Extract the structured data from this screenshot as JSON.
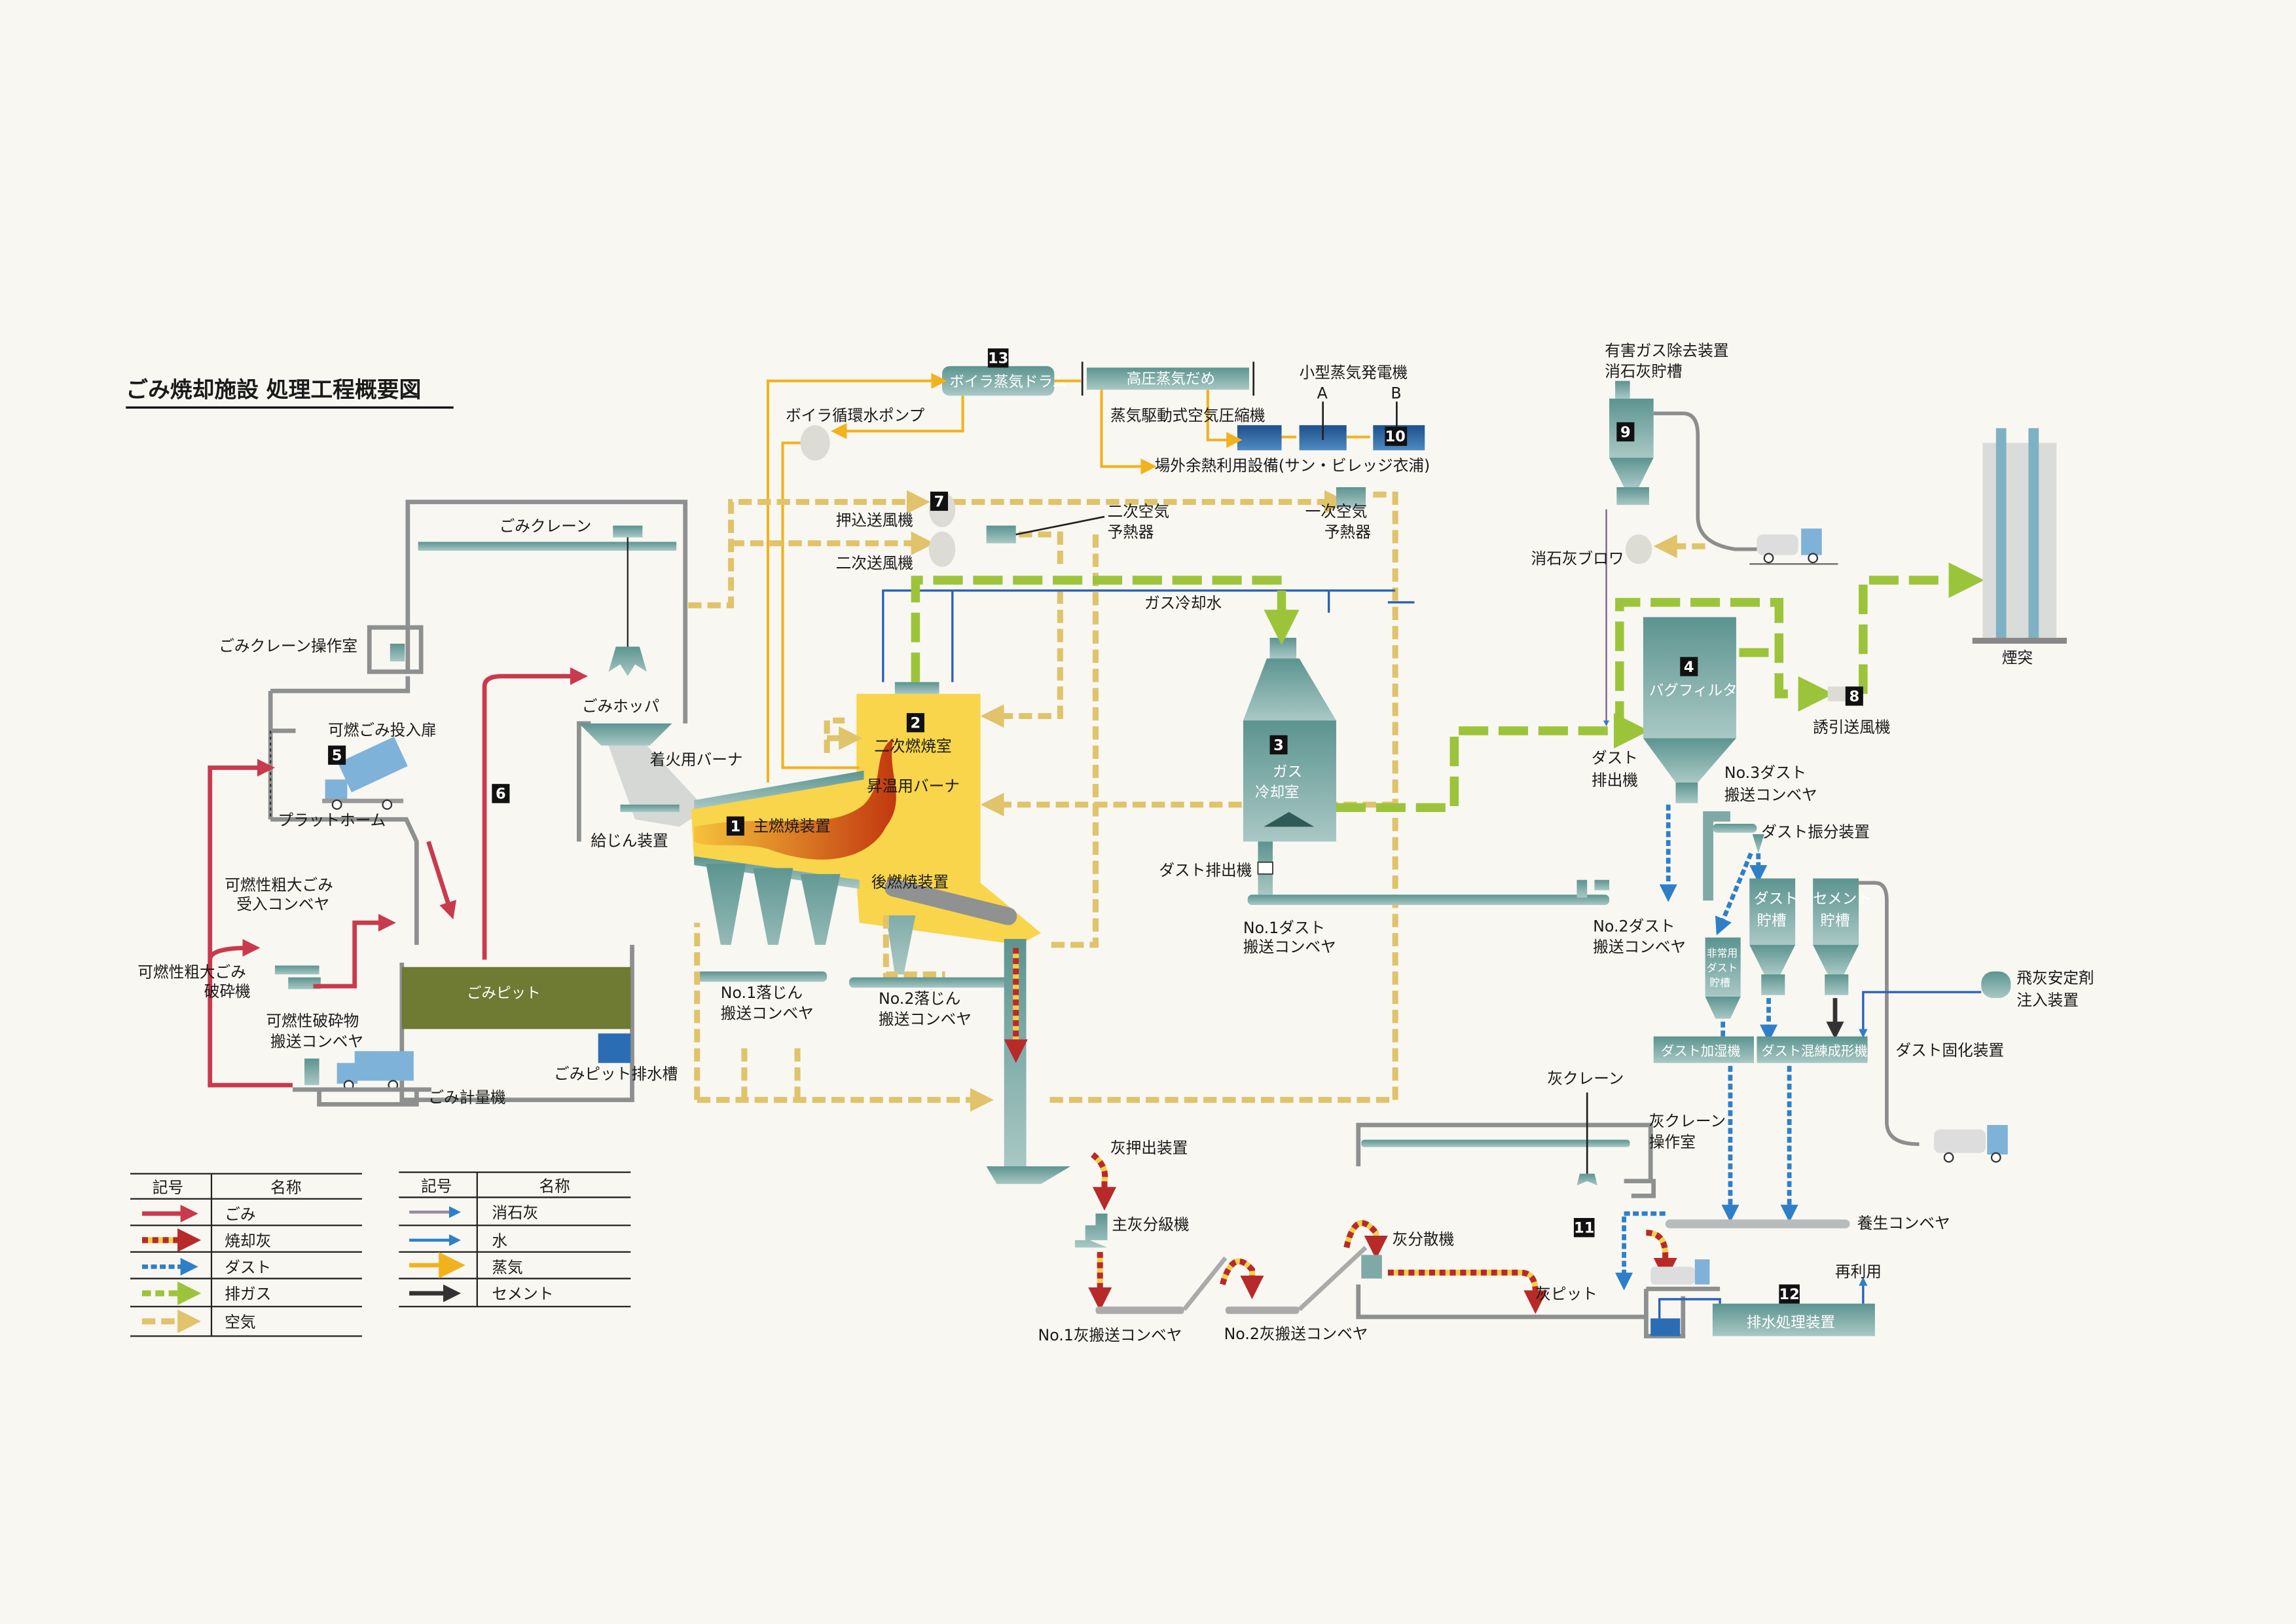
{
  "title": "ごみ焼却施設 処理工程概要図",
  "colors": {
    "gomi": "#c93a4c",
    "incineration_ash": "#b82a2a",
    "dust": "#2f7fc8",
    "exhaust_gas": "#9cc43a",
    "air": "#e0c36a",
    "slaked_lime": "#9a8aa0",
    "water": "#2a7fd0",
    "steam": "#f1b21d",
    "cement": "#333333",
    "equipment": "#5f9a96",
    "furnace": "#f8d54a",
    "garbage_pit": "#6f7a32"
  },
  "numbers": [
    "1",
    "2",
    "3",
    "4",
    "5",
    "6",
    "7",
    "8",
    "9",
    "10",
    "11",
    "12",
    "13"
  ],
  "labels": {
    "gomi_crane": "ごみクレーン",
    "gomi_crane_room": "ごみクレーン操作室",
    "door": "可燃ごみ投入扉",
    "platform": "プラットホーム",
    "bulky_receiving": [
      "可燃性粗大ごみ",
      "受入コンベヤ"
    ],
    "bulky_crusher": [
      "可燃性粗大ごみ",
      "破砕機"
    ],
    "crushed_conveyor": [
      "可燃性破砕物",
      "搬送コンベヤ"
    ],
    "scale": "ごみ計量機",
    "gomi_pit": "ごみピット",
    "pit_drain": "ごみピット排水槽",
    "hopper": "ごみホッパ",
    "feeder": "給じん装置",
    "ignition_burner": "着火用バーナ",
    "main_combustion": "主燃焼装置",
    "secondary_chamber": "二次燃焼室",
    "heating_burner": "昇温用バーナ",
    "post_combustion": "後燃焼装置",
    "siftings_conveyor_1": [
      "No.1落じん",
      "搬送コンベヤ"
    ],
    "siftings_conveyor_2": [
      "No.2落じん",
      "搬送コンベヤ"
    ],
    "boiler_pump": "ボイラ循環水ポンプ",
    "steam_drum": "ボイラ蒸気ドラム",
    "steam_header": "高圧蒸気だめ",
    "generator": "小型蒸気発電機",
    "gen_a": "A",
    "gen_b": "B",
    "compressor": "蒸気駆動式空気圧縮機",
    "offsite_heat": "場外余熱利用設備(サン・ビレッジ衣浦)",
    "fdf": "押込送風機",
    "secondary_fan": "二次送風機",
    "secondary_preheater": [
      "二次空気",
      "予熱器"
    ],
    "primary_preheater": [
      "一次空気",
      "予熱器"
    ],
    "cooling_water": "ガス冷却水",
    "gas_cooler": [
      "ガス",
      "冷却室"
    ],
    "dust_discharger_1": "ダスト排出機",
    "dust_conveyor_1": [
      "No.1ダスト",
      "搬送コンベヤ"
    ],
    "lime_silo": [
      "有害ガス除去装置",
      "消石灰貯槽"
    ],
    "lime_blower": "消石灰ブロワ",
    "bag_filter": "バグフィルタ",
    "idf": "誘引送風機",
    "stack": "煙突",
    "dust_discharger_2": [
      "ダスト",
      "排出機"
    ],
    "dust_conveyor_3": [
      "No.3ダスト",
      "搬送コンベヤ"
    ],
    "dust_distributor": "ダスト振分装置",
    "dust_conveyor_2": [
      "No.2ダスト",
      "搬送コンベヤ"
    ],
    "dust_silo": [
      "ダスト",
      "貯槽"
    ],
    "cement_silo": [
      "セメント",
      "貯槽"
    ],
    "emergency_silo": [
      "非常用",
      "ダスト",
      "貯槽"
    ],
    "stabilizer": [
      "飛灰安定剤",
      "注入装置"
    ],
    "humidifier": "ダスト加湿機",
    "kneader": "ダスト混練成形機",
    "solidification": "ダスト固化装置",
    "ash_crane": "灰クレーン",
    "ash_crane_room": [
      "灰クレーン",
      "操作室"
    ],
    "ash_extruder": "灰押出装置",
    "ash_classifier": "主灰分級機",
    "ash_disperser": "灰分散機",
    "curing_conveyor": "養生コンベヤ",
    "reuse": "再利用",
    "ash_pit": "灰ピット",
    "wastewater": "排水処理装置",
    "ash_conveyor_1": "No.1灰搬送コンベヤ",
    "ash_conveyor_2": "No.2灰搬送コンベヤ"
  },
  "legend": {
    "header": {
      "symbol": "記号",
      "name": "名称"
    },
    "left": [
      {
        "name": "ごみ",
        "style": "gomi"
      },
      {
        "name": "焼却灰",
        "style": "incineration_ash"
      },
      {
        "name": "ダスト",
        "style": "dust"
      },
      {
        "name": "排ガス",
        "style": "exhaust_gas"
      },
      {
        "name": "空気",
        "style": "air"
      }
    ],
    "right": [
      {
        "name": "消石灰",
        "style": "slaked_lime"
      },
      {
        "name": "水",
        "style": "water"
      },
      {
        "name": "蒸気",
        "style": "steam"
      },
      {
        "name": "セメント",
        "style": "cement"
      }
    ]
  }
}
